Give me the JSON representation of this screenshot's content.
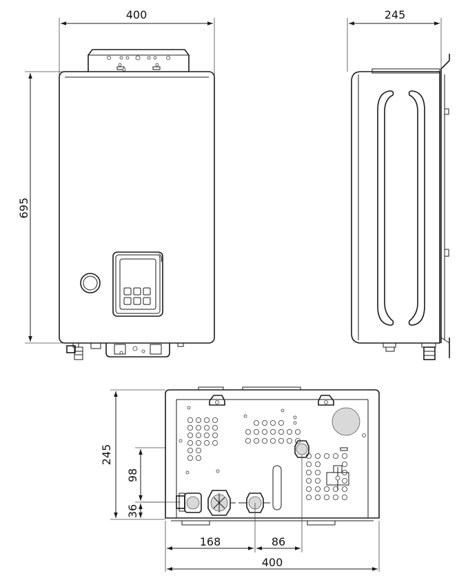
{
  "front_view": {
    "width_label": "400",
    "height_label": "695"
  },
  "side_view": {
    "depth_label": "245"
  },
  "bottom_view": {
    "depth_label": "245",
    "offset_upper_label": "98",
    "offset_lower_label": "36",
    "spacing_left_label": "168",
    "spacing_right_label": "86",
    "width_label": "400"
  }
}
